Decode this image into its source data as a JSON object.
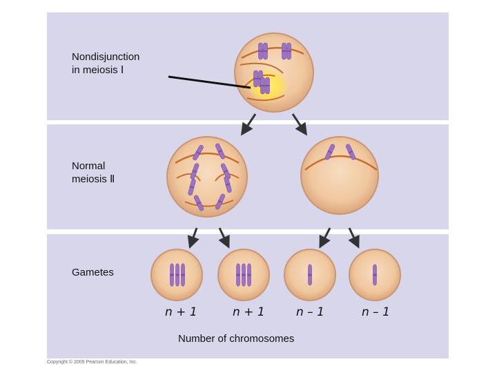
{
  "labels": {
    "meiosis1": "Nondisjunction\nin meiosis Ⅰ",
    "meiosis2": "Normal\nmeiosis Ⅱ",
    "gametes": "Gametes"
  },
  "gamete_counts": [
    "n + 1",
    "n + 1",
    "n – 1",
    "n – 1"
  ],
  "axis_title": "Number of chromosomes",
  "copyright": "Copyright © 2009 Pearson Education, Inc.",
  "colors": {
    "panel": "#d8d6ea",
    "cell": "#f2cfa9",
    "chromosome": "#9b72c4",
    "spindle": "#c76d2c",
    "highlight": "#ffe34d"
  }
}
